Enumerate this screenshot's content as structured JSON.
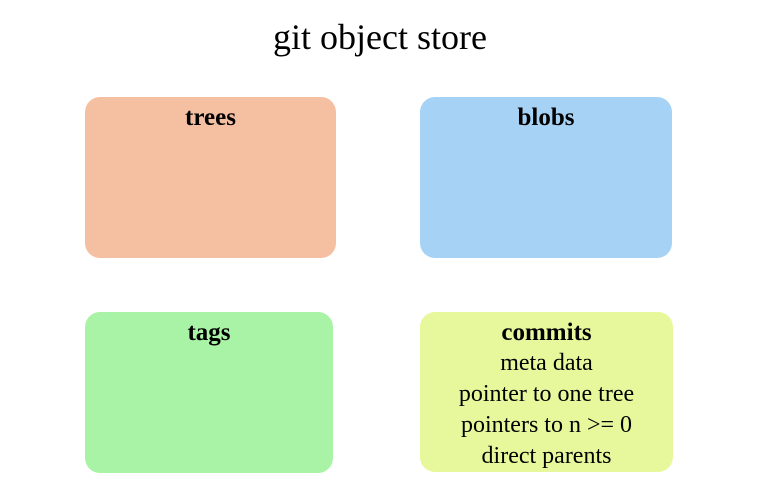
{
  "title": "git object store",
  "colors": {
    "background": "#ffffff",
    "text": "#000000",
    "trees_fill": "#f5c0a1",
    "blobs_fill": "#a6d2f5",
    "tags_fill": "#a9f3a6",
    "commits_fill": "#e7f79c"
  },
  "boxes": {
    "trees": {
      "label": "trees"
    },
    "blobs": {
      "label": "blobs"
    },
    "tags": {
      "label": "tags"
    },
    "commits": {
      "label": "commits",
      "lines": [
        "meta data",
        "pointer to one tree",
        "pointers to n >= 0",
        "direct parents"
      ]
    }
  }
}
